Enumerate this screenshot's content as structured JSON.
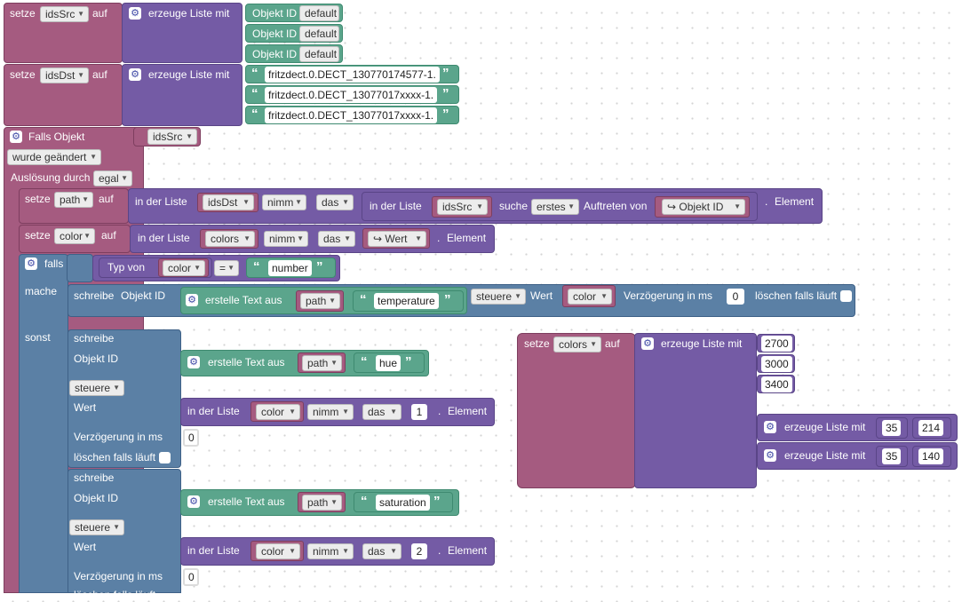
{
  "kw": {
    "setze": "setze",
    "auf": "auf",
    "erzeuge_liste_mit": "erzeuge Liste mit",
    "falls_objekt": "Falls Objekt",
    "wurde_geaendert": "wurde geändert",
    "ausloesung_durch": "Auslösung durch",
    "egal": "egal",
    "in_der_liste": "in der Liste",
    "nimm": "nimm",
    "das": "das",
    "element": "Element",
    "suche": "suche",
    "erstes": "erstes",
    "auftreten_von": "Auftreten von",
    "falls": "falls",
    "mache": "mache",
    "sonst": "sonst",
    "typ_von": "Typ von",
    "eq": "=",
    "schreibe": "schreibe",
    "objekt_id": "Objekt ID",
    "erstelle_text_aus": "erstelle Text aus",
    "steuere": "steuere",
    "wert": "Wert",
    "verzoegerung": "Verzögerung in ms",
    "loeschen_falls_laeuft": "löschen falls läuft",
    "default": "default",
    "objekt_id_dd": "Objekt ID",
    "wert_dd": "Wert",
    "arrow": "↪"
  },
  "vars": {
    "idsSrc": "idsSrc",
    "idsDst": "idsDst",
    "path": "path",
    "color": "color",
    "colors": "colors"
  },
  "dst_ids": [
    "fritzdect.0.DECT_130770174577-1.",
    "fritzdect.0.DECT_13077017xxxx-1.",
    "fritzdect.0.DECT_13077017xxxx-1."
  ],
  "strings": {
    "number": "number",
    "temperature": "temperature",
    "hue": "hue",
    "saturation": "saturation"
  },
  "numbers": {
    "delay_main": "0",
    "delay_hue": "0",
    "delay_sat": "0",
    "index_hue": "1",
    "index_sat": "2"
  },
  "colors_list": [
    "2700",
    "3000",
    "3400"
  ],
  "color_pairs": [
    [
      "35",
      "214"
    ],
    [
      "35",
      "140"
    ]
  ],
  "partial_bottom": "löschen falls läuft"
}
